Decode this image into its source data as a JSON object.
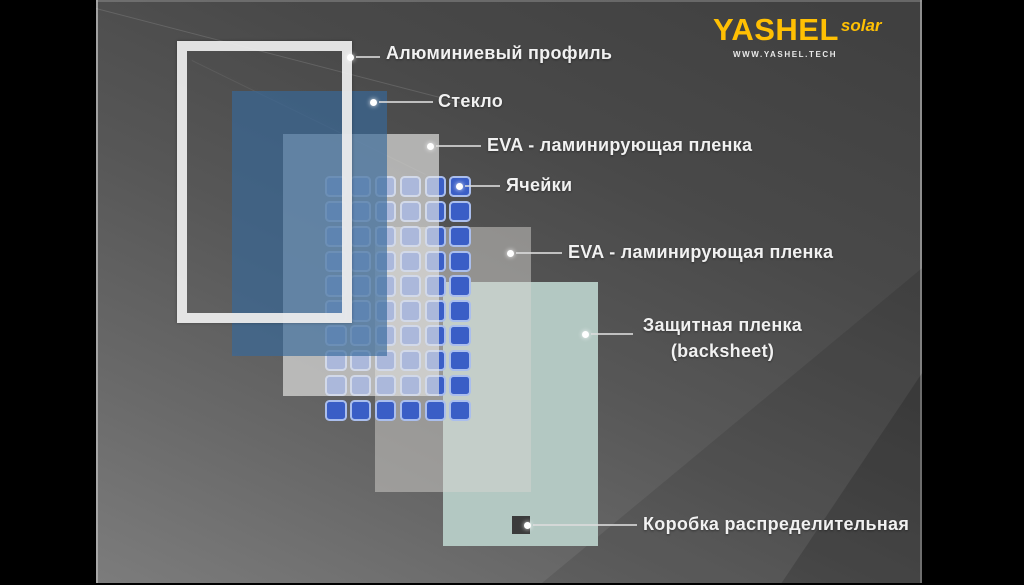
{
  "logo": {
    "brand": "YASHEL",
    "sub": "solar",
    "url": "WWW.YASHEL.TECH"
  },
  "labels": {
    "frame": "Алюминиевый профиль",
    "glass": "Стекло",
    "eva_top": "EVA - ламинирующая пленка",
    "cells": "Ячейки",
    "eva_bottom": "EVA - ламинирующая пленка",
    "backsheet_line1": "Защитная пленка",
    "backsheet_line2": "(backsheet)",
    "junction_box": "Коробка распределительная"
  },
  "diagram": {
    "type": "exploded-layer-stack",
    "cell_grid": {
      "columns": 6,
      "rows": 10
    },
    "layer_order_front_to_back": [
      "Алюминиевый профиль",
      "Стекло",
      "EVA - ламинирующая пленка",
      "Ячейки",
      "EVA - ламинирующая пленка",
      "Защитная пленка (backsheet)",
      "Коробка распределительная"
    ]
  },
  "colors": {
    "brand_yellow": "#FFC003",
    "label_text": "#F1F1F1",
    "cell_blue": "#3A5EC6",
    "cell_border": "rgba(208,223,249,0.75)",
    "glass_blue": "rgba(55,105,155,0.66)",
    "eva_film": "rgba(232,232,230,0.65)",
    "eva_film2": "rgba(214,213,209,0.49)",
    "backsheet_green": "#B3C8C2",
    "frame_white": "rgba(238,238,238,0.93)",
    "junction_box": "#3B3B3B",
    "leader_line": "rgba(220,220,220,0.8)"
  }
}
